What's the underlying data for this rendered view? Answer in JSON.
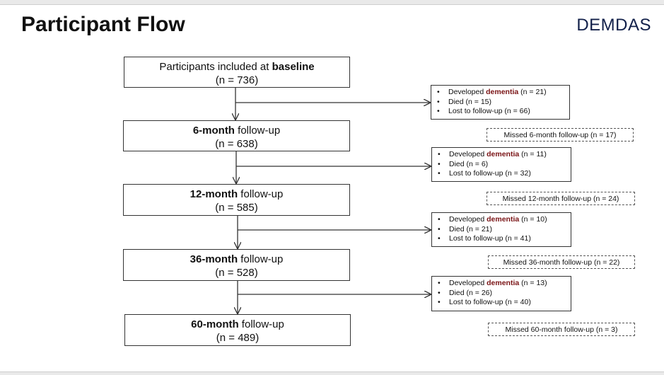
{
  "title": "Participant Flow",
  "brand": "DEMDAS",
  "stages": [
    {
      "bold_first": false,
      "text_plain": "Participants included at ",
      "text_bold": "baseline",
      "n_label": "(n = 736)"
    },
    {
      "bold_first": true,
      "text_bold": "6-month",
      "text_plain": " follow-up",
      "n_label": "(n = 638)"
    },
    {
      "bold_first": true,
      "text_bold": "12-month",
      "text_plain": " follow-up",
      "n_label": "(n = 585)"
    },
    {
      "bold_first": true,
      "text_bold": "36-month",
      "text_plain": " follow-up",
      "n_label": "(n = 528)"
    },
    {
      "bold_first": true,
      "text_bold": "60-month",
      "text_plain": " follow-up",
      "n_label": "(n = 489)"
    }
  ],
  "outcomes": [
    {
      "dev_prefix": "Developed ",
      "dev_word": "dementia",
      "dev_count": " (n = 21)",
      "died": "Died (n = 15)",
      "lost": "Lost to follow-up (n = 66)"
    },
    {
      "dev_prefix": "Developed ",
      "dev_word": "dementia",
      "dev_count": " (n = 11)",
      "died": "Died (n = 6)",
      "lost": "Lost to follow-up (n = 32)"
    },
    {
      "dev_prefix": "Developed ",
      "dev_word": "dementia",
      "dev_count": " (n = 10)",
      "died": "Died (n = 21)",
      "lost": "Lost to follow-up (n = 41)"
    },
    {
      "dev_prefix": "Developed ",
      "dev_word": "dementia",
      "dev_count": " (n = 13)",
      "died": "Died (n = 26)",
      "lost": "Lost to follow-up (n = 40)"
    }
  ],
  "missed": [
    "Missed 6-month follow-up (n = 17)",
    "Missed 12-month follow-up (n = 24)",
    "Missed 36-month follow-up (n = 22)",
    "Missed 60-month follow-up (n = 3)"
  ],
  "colors": {
    "dementia": "#7a1416",
    "brand": "#12204a"
  }
}
